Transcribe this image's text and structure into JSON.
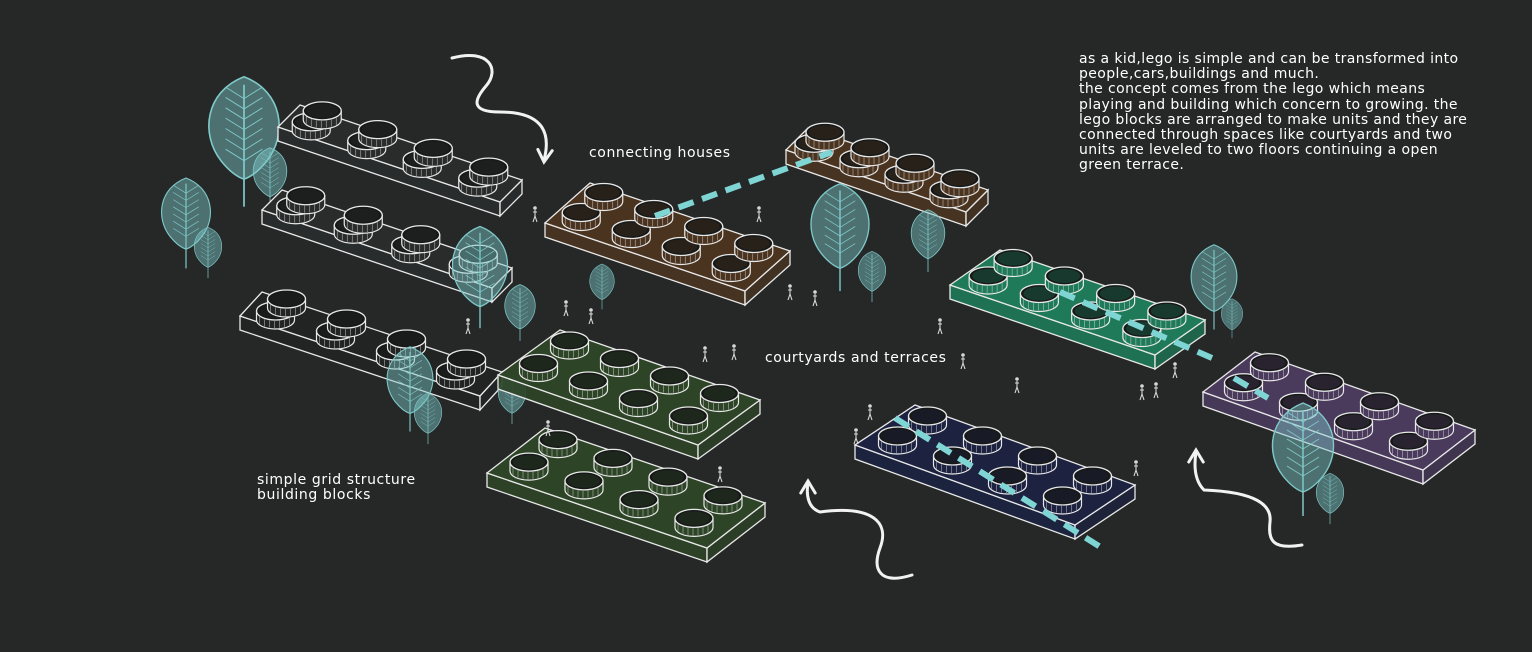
{
  "labels": {
    "connecting": "connecting houses",
    "courtyards": "courtyards and terraces",
    "grid_line1": "simple grid structure",
    "grid_line2": "building blocks"
  },
  "description": [
    "as a kid,lego is simple and can be transformed into",
    "people,cars,buildings and much.",
    "the concept comes from the lego which means",
    "playing and building which concern to growing. the",
    "lego blocks are arranged to make units and they are",
    "connected through spaces like courtyards and two",
    "units are leveled to two floors continuing a open",
    "green terrace."
  ],
  "colors": {
    "background": "#262828",
    "outline": "#e8e8e8",
    "tree": "#7fc9c9",
    "connector": "#7fd4d4",
    "block_black": "#222424",
    "block_dark_gray": "#2a2c2c",
    "block_brown": "#4a3420",
    "block_olive": "#2d4426",
    "block_teal": "#1e7a58",
    "block_navy": "#1c2240",
    "block_purple": "#4a3a5c"
  },
  "icons": [
    "leaf-tree-icon",
    "person-figure-icon",
    "curved-arrow-icon"
  ]
}
